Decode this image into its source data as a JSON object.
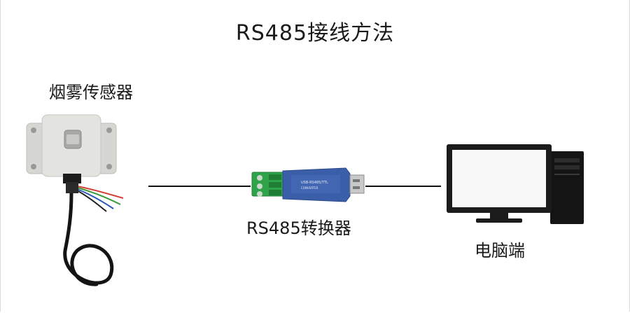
{
  "title": "RS485接线方法",
  "sensor": {
    "label": "烟雾传感器"
  },
  "converter": {
    "label": "RS485转换器",
    "silkscreen": "USB-RS485/TTL",
    "subtitle": "CONVERTER"
  },
  "computer": {
    "label": "电脑端"
  },
  "colors": {
    "sensor_body": "#e3e3df",
    "converter_body": "#3b5ea8",
    "terminal": "#2fa24a",
    "monitor": "#1b1b1b",
    "connector": "#111111"
  },
  "icons": [
    "smoke-sensor-device",
    "usb-converter-device",
    "desktop-computer-device"
  ]
}
